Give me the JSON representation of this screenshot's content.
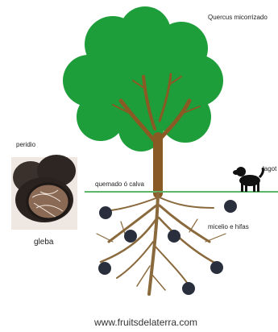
{
  "labels": {
    "species": "Quercus micorrizado",
    "peridium": "peridio",
    "gleba": "gleba",
    "burnt_zone": "quemado ó calva",
    "dog": "lagot",
    "mycelium": "micelio e hifas"
  },
  "footer": {
    "url": "www.fruitsdelaterra.com"
  },
  "colors": {
    "canopy": "#1e9e3a",
    "trunk": "#8a5a24",
    "roots": "#8a6a3c",
    "ground_line": "#5bb66a",
    "truffle": "#2a2f3e",
    "dog": "#111111",
    "truffle_photo_bg": "#efe8e2"
  },
  "icons": {
    "tree": "oak-tree-illustration",
    "dog": "lagotto-dog-icon",
    "truffle": "truffle-icon",
    "photo": "truffle-photo"
  }
}
